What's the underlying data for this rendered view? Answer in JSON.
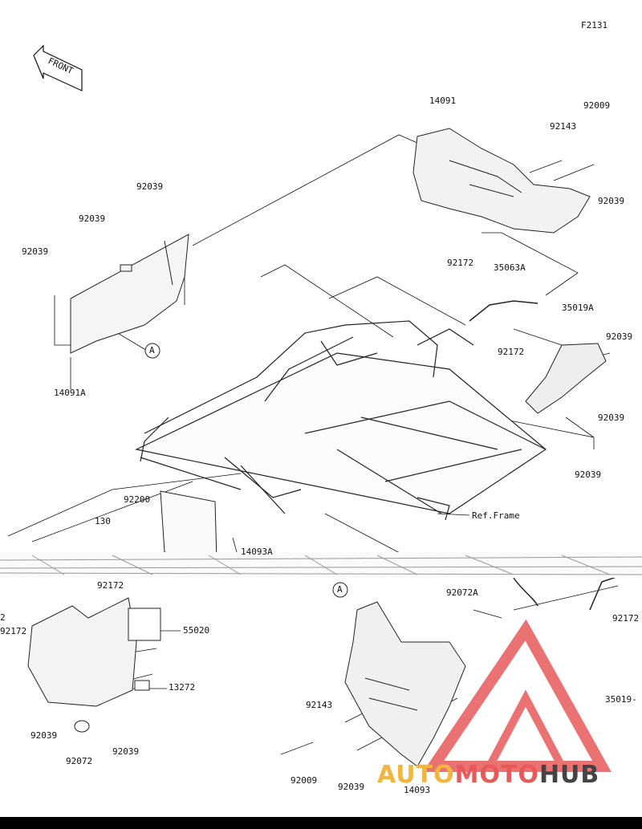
{
  "figure_id": "F2131",
  "front_label": "FRONT",
  "ref_frame_label": "Ref.Frame",
  "callouts": [
    {
      "id": "a1",
      "text": "A"
    },
    {
      "id": "a2",
      "text": "A"
    }
  ],
  "parts": [
    {
      "id": "p14091",
      "text": "14091"
    },
    {
      "id": "p92009_top",
      "text": "92009"
    },
    {
      "id": "p92143_top",
      "text": "92143"
    },
    {
      "id": "p92039_tr",
      "text": "92039"
    },
    {
      "id": "p92039_l1",
      "text": "92039"
    },
    {
      "id": "p92039_l2",
      "text": "92039"
    },
    {
      "id": "p92039_l3",
      "text": "92039"
    },
    {
      "id": "p14091A",
      "text": "14091A"
    },
    {
      "id": "p92172_a",
      "text": "92172"
    },
    {
      "id": "p35063A",
      "text": "35063A"
    },
    {
      "id": "p35019A",
      "text": "35019A"
    },
    {
      "id": "p92172_b",
      "text": "92172"
    },
    {
      "id": "p92039_r1",
      "text": "92039"
    },
    {
      "id": "p92039_r2",
      "text": "92039"
    },
    {
      "id": "p92039_r3",
      "text": "92039"
    },
    {
      "id": "p92200",
      "text": "92200"
    },
    {
      "id": "p130",
      "text": "130"
    },
    {
      "id": "p14093A",
      "text": "14093A"
    },
    {
      "id": "p92172_c",
      "text": "92172"
    },
    {
      "id": "p92172_d",
      "text": "92172"
    },
    {
      "id": "p2_cut",
      "text": "2"
    },
    {
      "id": "p55020",
      "text": "55020"
    },
    {
      "id": "p13272",
      "text": "13272"
    },
    {
      "id": "p92039_b1",
      "text": "92039"
    },
    {
      "id": "p92039_b2",
      "text": "92039"
    },
    {
      "id": "p92072",
      "text": "92072"
    },
    {
      "id": "p92072A",
      "text": "92072A"
    },
    {
      "id": "p92172_e",
      "text": "92172"
    },
    {
      "id": "p35019_cut",
      "text": "35019-"
    },
    {
      "id": "p92143_bot",
      "text": "92143"
    },
    {
      "id": "p92009_bot",
      "text": "92009"
    },
    {
      "id": "p92039_bot",
      "text": "92039"
    },
    {
      "id": "p14093",
      "text": "14093"
    }
  ],
  "watermark": {
    "part1": "AUTO",
    "part2": "MOTO",
    "part3": "HUB",
    "colors": {
      "auto": "#f2b640",
      "moto": "#e85a5a",
      "hub": "#444444",
      "triangle": "#e85a5a"
    }
  }
}
